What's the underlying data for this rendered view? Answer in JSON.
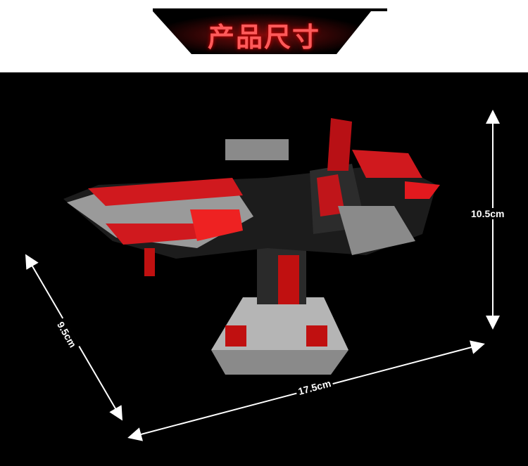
{
  "header": {
    "title": "产品尺寸"
  },
  "dimensions": {
    "height": "10.5cm",
    "depth": "9.5cm",
    "length": "17.5cm"
  },
  "colors": {
    "accent": "#e0161b",
    "background": "#000000",
    "metal": "#9a9a9a"
  }
}
